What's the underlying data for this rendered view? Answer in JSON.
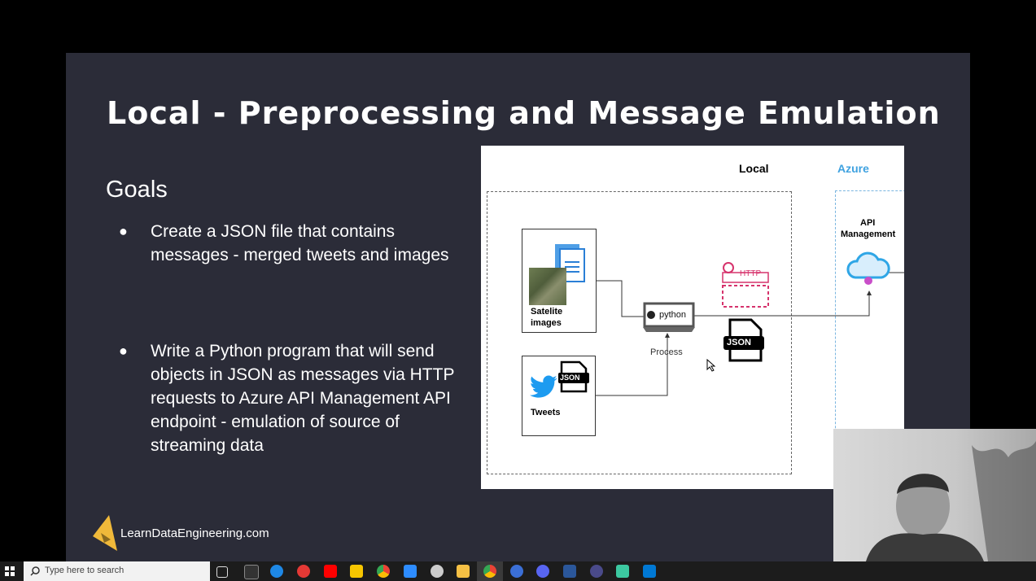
{
  "slide": {
    "title": "Local - Preprocessing and Message Emulation",
    "goals_heading": "Goals",
    "bullets": [
      "Create a JSON file that contains messages - merged tweets and images",
      "Write a Python program that will send objects in JSON as messages via HTTP requests to Azure API Management API endpoint - emulation of source of streaming data"
    ],
    "footer": "LearnDataEngineering.com"
  },
  "diagram": {
    "local_heading": "Local",
    "azure_heading": "Azure",
    "satellite_label_line1": "Satelite",
    "satellite_label_line2": "images",
    "tweets_label": "Tweets",
    "process_label": "Process",
    "python_label": "python",
    "http_label": "HTTP",
    "json_label": "JSON",
    "tweets_json_label": "JSON",
    "api_label_line1": "API",
    "api_label_line2": "Management"
  },
  "taskbar": {
    "search_placeholder": "Type here to search"
  },
  "colors": {
    "slide_bg": "#2b2c38",
    "azure_accent": "#3fa2e0",
    "http_pink": "#d6336c"
  },
  "icons": [
    "windows-start-icon",
    "search-icon",
    "task-view-icon",
    "terminal-icon",
    "edge-icon",
    "media-icon",
    "youtube-icon",
    "miro-icon",
    "chrome-icon",
    "zoom-icon",
    "app-icon",
    "file-explorer-icon",
    "chrome-active-icon",
    "arc-icon",
    "discord-icon",
    "word-icon",
    "obs-icon",
    "teams-icon",
    "vscode-icon"
  ]
}
